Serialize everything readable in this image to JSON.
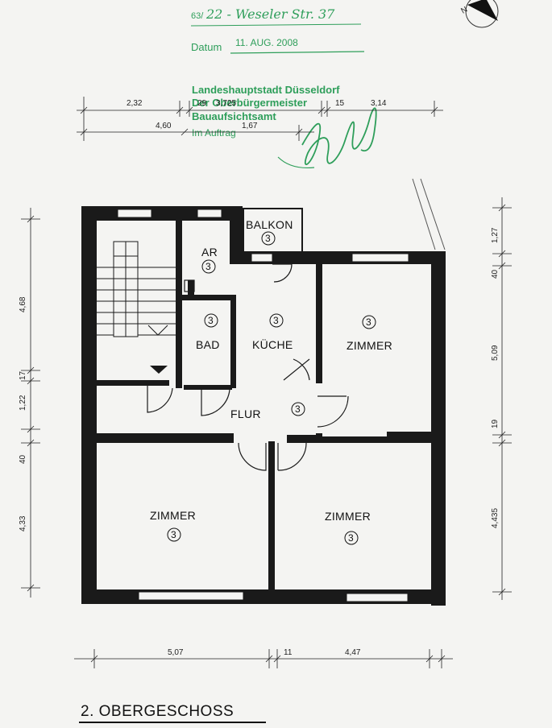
{
  "header": {
    "file_ref_prefix": "63/",
    "file_ref_hand": "22 - Weseler Str. 37",
    "datum_label": "Datum",
    "datum_value": "11. AUG. 2008"
  },
  "stamp": {
    "line1": "Landeshauptstadt Düsseldorf",
    "line2": "Der Oberbürgermeister",
    "line3": "Bauaufsichtsamt",
    "line4": "Im Auftrag"
  },
  "dimensions_top": {
    "row1": [
      "2,32",
      "29",
      "3,725",
      "15",
      "3,14"
    ],
    "row2": [
      "4,60",
      "1,67"
    ]
  },
  "dimensions_left": [
    "4,68",
    "17",
    "1,22",
    "40",
    "4,33"
  ],
  "dimensions_right": [
    "1,27",
    "40",
    "5,09",
    "19",
    "4,435"
  ],
  "dimensions_bottom": [
    "5,07",
    "11",
    "4,47"
  ],
  "rooms": {
    "balkon": {
      "label": "BALKON",
      "count": "3"
    },
    "ar": {
      "label": "AR",
      "count": "3"
    },
    "bad": {
      "label": "BAD",
      "count": "3"
    },
    "kueche": {
      "label": "KÜCHE",
      "count": "3"
    },
    "zimmer_ne": {
      "label": "ZIMMER",
      "count": "3"
    },
    "flur": {
      "label": "FLUR",
      "count": "3"
    },
    "zimmer_sw": {
      "label": "ZIMMER",
      "count": "3"
    },
    "zimmer_se": {
      "label": "ZIMMER",
      "count": "3"
    }
  },
  "floor_title": "2. OBERGESCHOSS",
  "north_arrow": {
    "label": "N",
    "icon": "north-arrow-icon"
  },
  "colors": {
    "wall": "#1a1a1a",
    "stamp": "#2e9e5a",
    "paper": "#f4f4f2"
  }
}
